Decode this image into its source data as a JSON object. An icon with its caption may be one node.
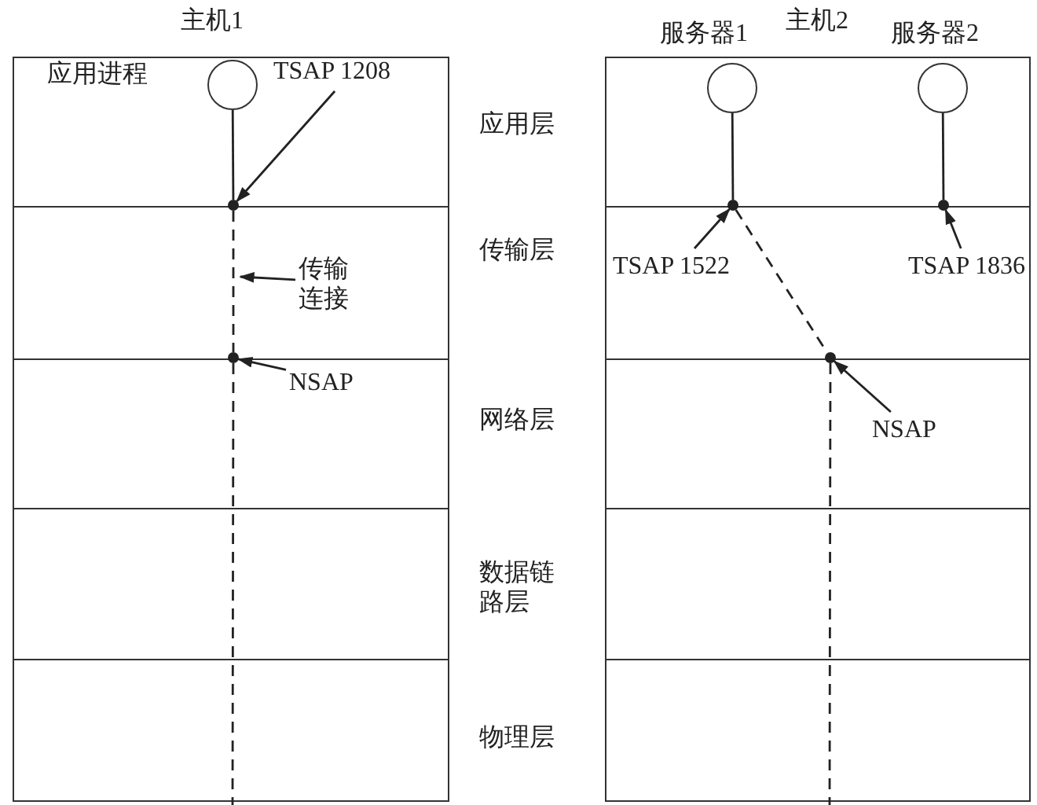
{
  "diagram": {
    "nodes": [
      {
        "text": [
          "主机1"
        ]
      },
      {
        "text": [],
        "shape": "circle",
        "in": 0,
        "beside": [
          "应用进程"
        ]
      },
      {
        "text": [],
        "shape": "dot",
        "in": 0
      },
      {
        "text": [],
        "shape": "dot",
        "in": 0
      },
      {
        "text": [
          "TSAP 1208"
        ],
        "in": 0
      },
      {
        "text": [
          "传输连接"
        ],
        "in": 0
      },
      {
        "text": [
          "NSAP"
        ],
        "in": 0
      },
      {
        "text": [
          "主机2"
        ]
      },
      {
        "text": [],
        "shape": "circle",
        "in": 7,
        "beside": [
          "服务器1"
        ]
      },
      {
        "text": [],
        "shape": "circle",
        "in": 7,
        "beside": [
          "服务器2"
        ]
      },
      {
        "text": [],
        "shape": "dot",
        "in": 7
      },
      {
        "text": [],
        "shape": "dot",
        "in": 7
      },
      {
        "text": [],
        "shape": "dot",
        "in": 7
      },
      {
        "text": [
          "TSAP 1522"
        ],
        "in": 7
      },
      {
        "text": [
          "TSAP 1836"
        ],
        "in": 7
      },
      {
        "text": [
          "NSAP"
        ],
        "in": 7
      }
    ],
    "edges": [
      {
        "from": 1,
        "to": 2,
        "arrow": "none"
      },
      {
        "from": 2,
        "to": 3,
        "arrow": "none",
        "style": "dashed"
      },
      {
        "from": 3,
        "to": null,
        "arrow": "none",
        "style": "dashed"
      },
      {
        "from": 4,
        "to": 2,
        "arrow": "to"
      },
      {
        "from": 5,
        "to": null,
        "arrow": "to"
      },
      {
        "from": 6,
        "to": 3,
        "arrow": "to"
      },
      {
        "from": 8,
        "to": 10,
        "arrow": "none"
      },
      {
        "from": 9,
        "to": 11,
        "arrow": "none"
      },
      {
        "from": 10,
        "to": 12,
        "arrow": "none",
        "style": "dashed"
      },
      {
        "from": 12,
        "to": null,
        "arrow": "none",
        "style": "dashed"
      },
      {
        "from": 13,
        "to": 10,
        "arrow": "to"
      },
      {
        "from": 14,
        "to": 11,
        "arrow": "to"
      },
      {
        "from": 15,
        "to": 12,
        "arrow": "to"
      }
    ],
    "labels": [
      "应用层",
      "传输层",
      "网络层",
      "数据链路层",
      "物理层"
    ]
  }
}
